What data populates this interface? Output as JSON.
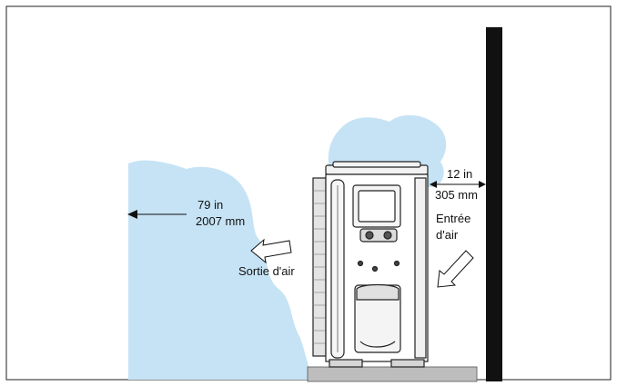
{
  "labels": {
    "outlet_distance_in": "79 in",
    "outlet_distance_mm": "2007 mm",
    "outlet_air": "Sortie d'air",
    "wall_clearance_in": "12 in",
    "wall_clearance_mm": "305 mm",
    "inlet_air_line1": "Entrée",
    "inlet_air_line2": "d'air"
  },
  "colors": {
    "airflow_cloud": "#c6e3f5",
    "wall": "#111111",
    "base_pad": "#bdbdbd",
    "frame": "#222222"
  }
}
